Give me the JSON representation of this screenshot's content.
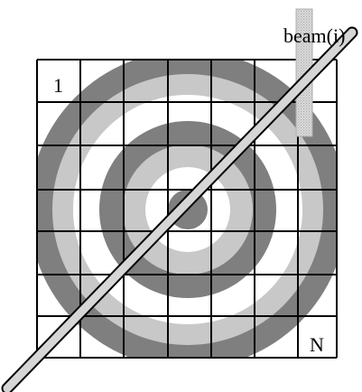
{
  "diagram": {
    "cell_first_label": "1",
    "cell_last_label": "N",
    "beam_label": "beam(i)",
    "grid_rows": 7,
    "grid_cols": 7,
    "ring_colors": [
      "#7f7f7f",
      "#c8c8c8",
      "#ffffff",
      "#7f7f7f",
      "#c8c8c8",
      "#ffffff",
      "#7f7f7f"
    ],
    "beam_fill": "#dcdcdc",
    "line_color": "#000000"
  }
}
